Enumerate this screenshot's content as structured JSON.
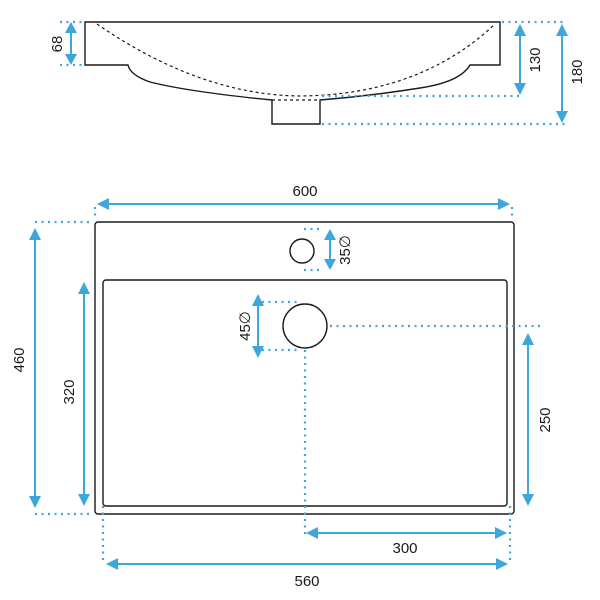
{
  "dimensions": {
    "side_rim_height": "68",
    "side_inner_height": "130",
    "side_total_height": "180",
    "total_width": "600",
    "tap_hole_diameter": "35∅",
    "drain_hole_diameter": "45∅",
    "total_depth": "460",
    "basin_depth": "320",
    "drain_from_bottom": "250",
    "drain_from_right": "300",
    "basin_width": "560"
  }
}
